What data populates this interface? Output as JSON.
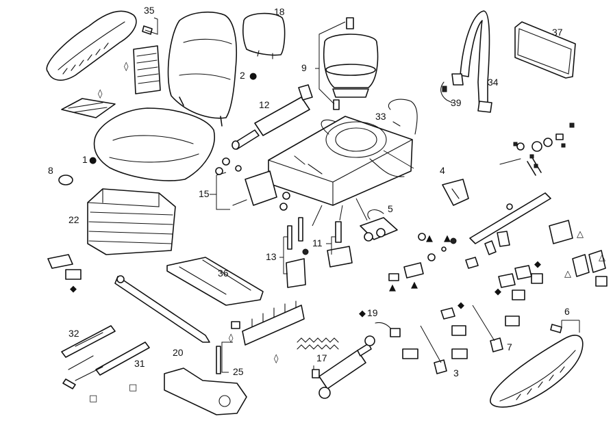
{
  "callouts": {
    "n1": "1",
    "n2": "2",
    "n3": "3",
    "n4": "4",
    "n5": "5",
    "n6": "6",
    "n7": "7",
    "n8": "8",
    "n9": "9",
    "n11": "11",
    "n12": "12",
    "n13": "13",
    "n15": "15",
    "n17": "17",
    "n18": "18",
    "n19": "19",
    "n20": "20",
    "n22": "22",
    "n25": "25",
    "n31": "31",
    "n32": "32",
    "n33": "33",
    "n34": "34",
    "n35": "35",
    "n36": "36",
    "n37": "37",
    "n39": "39"
  },
  "symbols": {
    "circle": "●",
    "diamond": "◆",
    "diamond_outline": "◊",
    "triangle": "▲",
    "triangle_outline": "△",
    "square_outline": "□"
  }
}
